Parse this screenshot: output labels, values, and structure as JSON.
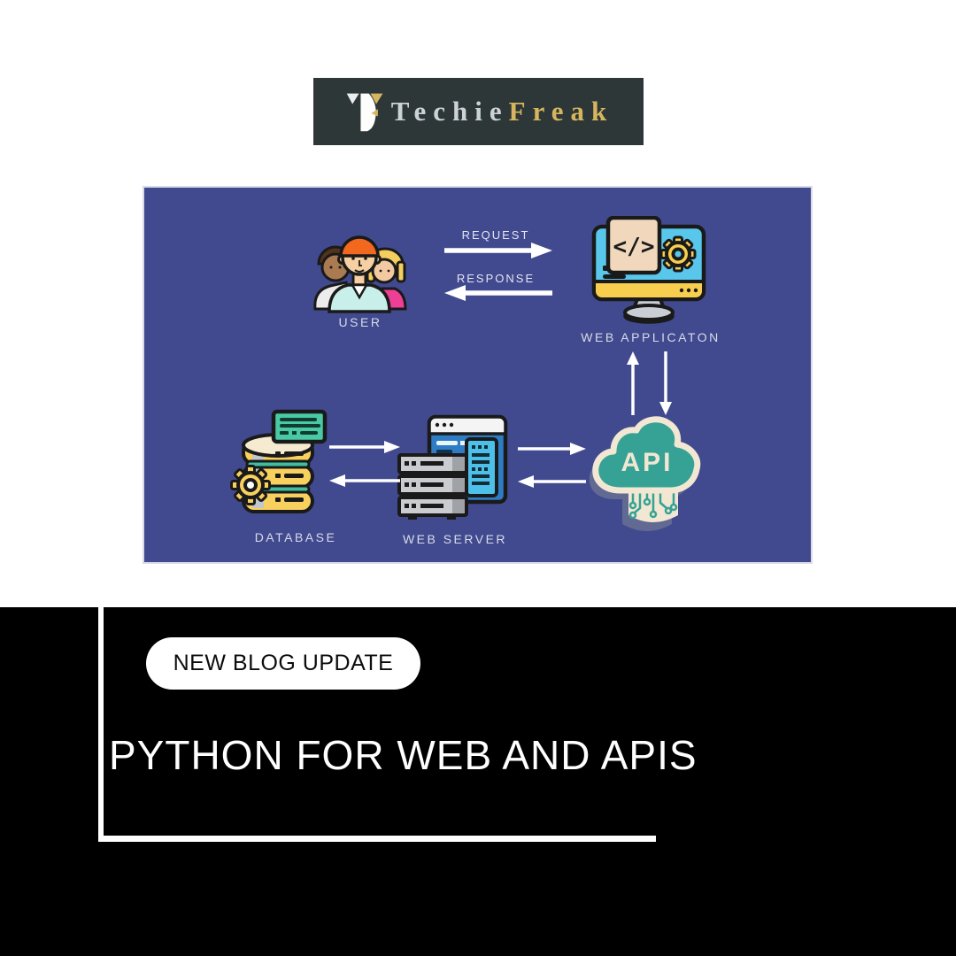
{
  "logo": {
    "brand_first": "Techie",
    "brand_second": "Freak",
    "bg_color": "#2d3737",
    "gold_color": "#d6b55f",
    "silver_color": "#cdd2d7"
  },
  "diagram": {
    "bg_color": "#414a8f",
    "label_color": "#d8dbe8",
    "api_teal": "#35a295",
    "api_cream": "#f2e7d2",
    "code_glyph": "</>",
    "nodes": [
      {
        "id": "user",
        "label": "USER"
      },
      {
        "id": "web_application",
        "label": "WEB APPLICATON"
      },
      {
        "id": "api",
        "label": "API"
      },
      {
        "id": "web_server",
        "label": "WEB SERVER"
      },
      {
        "id": "database",
        "label": "DATABASE"
      }
    ],
    "edges": [
      {
        "from": "user",
        "to": "web_application",
        "label": "REQUEST"
      },
      {
        "from": "web_application",
        "to": "user",
        "label": "RESPONSE"
      },
      {
        "from": "web_application",
        "to": "api",
        "bidirectional": true
      },
      {
        "from": "api",
        "to": "web_server",
        "bidirectional": true
      },
      {
        "from": "web_server",
        "to": "database",
        "bidirectional": true
      }
    ]
  },
  "announcement": {
    "badge": "NEW BLOG UPDATE",
    "title": "PYTHON FOR WEB AND APIS",
    "band_color": "#000000"
  }
}
